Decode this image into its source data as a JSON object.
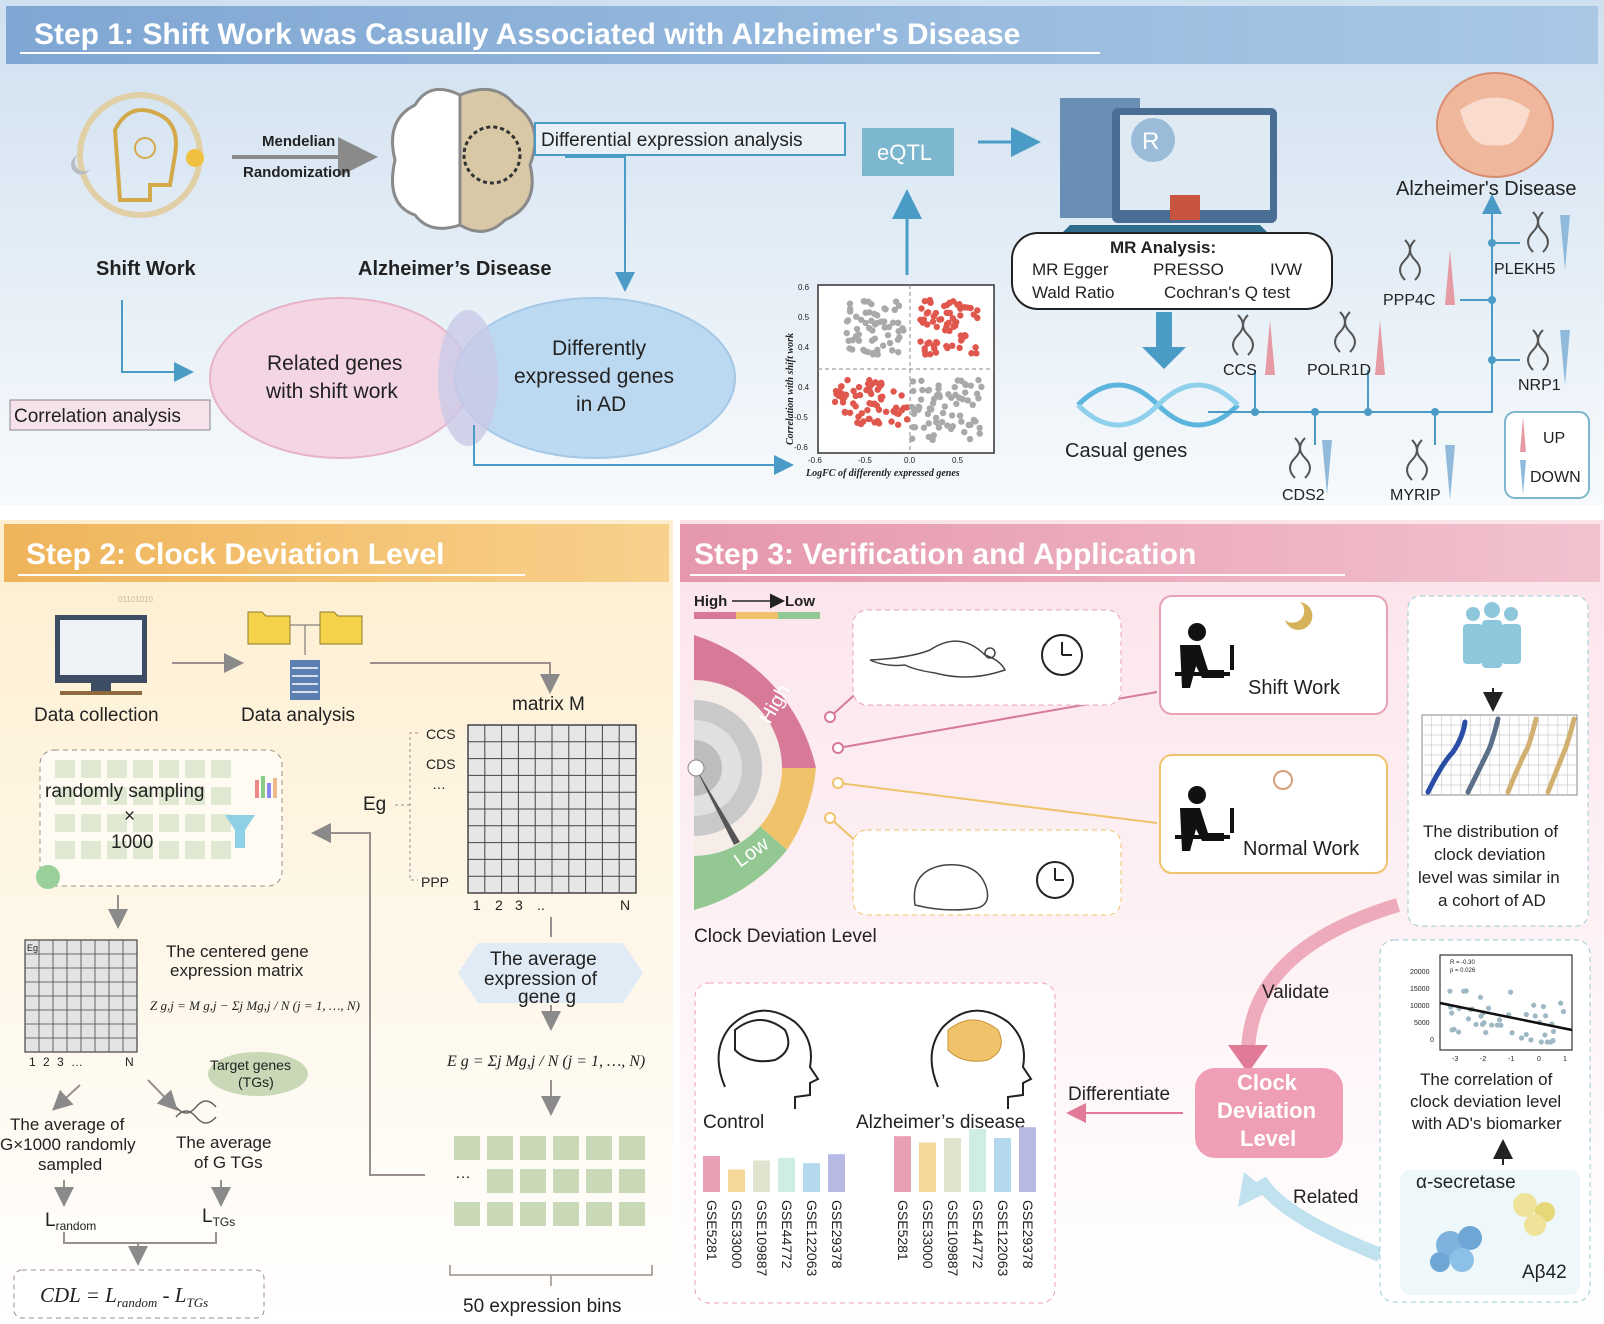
{
  "step1": {
    "title": "Step 1: Shift Work was Casually Associated with Alzheimer's Disease",
    "shift_work_label": "Shift Work",
    "mr_label_line1": "Mendelian",
    "mr_label_line2": "Randomization",
    "ad_label": "Alzheimer’s Disease",
    "dea_label": "Differential expression analysis",
    "eqtl_label": "eQTL",
    "ad_label_right": "Alzheimer's Disease",
    "related_genes_line1": "Related genes",
    "related_genes_line2": "with shift work",
    "deg_line1": "Differently",
    "deg_line2": "expressed genes",
    "deg_line3": "in AD",
    "correlation_analysis": "Correlation analysis",
    "mr_analysis": {
      "title": "MR Analysis:",
      "methods": [
        "MR Egger",
        "PRESSO",
        "IVW",
        "Wald Ratio",
        "Cochran's Q test"
      ]
    },
    "causal_genes_label": "Casual genes",
    "genes": {
      "ccs": "CCS",
      "polr1d": "POLR1D",
      "cds2": "CDS2",
      "myrip": "MYRIP",
      "ppp4c": "PPP4C",
      "plekh5": "PLEKH5",
      "nrp1": "NRP1"
    },
    "legend": {
      "up": "UP",
      "down": "DOWN"
    },
    "scatter": {
      "ylabel": "Correlation with shift work",
      "xlabel": "LogFC of differently expressed genes",
      "yticks": [
        "0.6",
        "0.5",
        "0.4",
        "0.4",
        "-0.5",
        "-0.6"
      ],
      "xticks": [
        "-0.6",
        "-0.5",
        "0.0",
        "0.5"
      ],
      "colors": {
        "highlight": "#e0574d",
        "other": "#a9a9a9"
      }
    }
  },
  "step2": {
    "title": "Step 2: Clock Deviation Level",
    "data_collection": "Data collection",
    "data_analysis": "Data analysis",
    "matrix_label": "matrix M",
    "rows": [
      "CCS",
      "CDS",
      "…",
      "PPP"
    ],
    "cols": [
      "1",
      "2",
      "3",
      "..",
      "N"
    ],
    "eg_label": "Eg",
    "sampling_line1": "randomly sampling",
    "sampling_x": "×",
    "sampling_n": "1000",
    "binary_text": "01101010",
    "centered_title_line1": "The centered gene",
    "centered_title_line2": "expression matrix",
    "centered_formula": "Z g,j = M g,j − Σj Mg,j / N   (j = 1, …, N)",
    "small_matrix_eg": "Eg",
    "small_cols": [
      "1",
      "2",
      "3",
      "…",
      "N"
    ],
    "target_genes_line1": "Target genes",
    "target_genes_line2": "(TGs)",
    "avg_random_line1": "The average of",
    "avg_random_line2": "G×1000 randomly",
    "avg_random_line3": "sampled",
    "avg_tgs_line1": "The average",
    "avg_tgs_line2": "of G TGs",
    "l_random": "L",
    "l_random_sub": "random",
    "l_tgs": "L",
    "l_tgs_sub": "TGs",
    "cdl_formula": "CDL = L",
    "cdl_sub1": "random",
    "cdl_minus": " - L",
    "cdl_sub2": "TGs",
    "avg_expr_line1": "The average",
    "avg_expr_line2": "expression of",
    "avg_expr_line3": "gene g",
    "eg_formula": "E g = Σj Mg,j / N   (j = 1, …, N)",
    "bins_label": "50 expression bins",
    "bins_dots": "…"
  },
  "step3": {
    "title": "Step 3: Verification and Application",
    "high_low_high": "High",
    "high_low_low": "Low",
    "gauge_high": "High",
    "gauge_low": "Low",
    "gauge_label": "Clock Deviation Level",
    "shift_work": "Shift Work",
    "normal_work": "Normal Work",
    "distribution_line1": "The distribution of",
    "distribution_line2": "clock deviation",
    "distribution_line3": "level was similar in",
    "distribution_line4": "a cohort of AD",
    "validate": "Validate",
    "differentiate": "Differentiate",
    "related": "Related",
    "cdl_line1": "Clock",
    "cdl_line2": "Deviation",
    "cdl_line3": "Level",
    "control": "Control",
    "alzheimers": "Alzheimer’s disease",
    "datasets": [
      "GSE5281",
      "GSE33000",
      "GSE109887",
      "GSE44772",
      "GSE122063",
      "GSE29378"
    ],
    "control_bars": [
      0.4,
      0.25,
      0.35,
      0.38,
      0.32,
      0.42
    ],
    "ad_bars": [
      0.62,
      0.55,
      0.6,
      0.7,
      0.6,
      0.72
    ],
    "bar_colors": [
      "#e8a0b4",
      "#f5d79a",
      "#e2e3cf",
      "#cdeee0",
      "#b4d8ee",
      "#b6b9e4"
    ],
    "correlation_line1": "The correlation of",
    "correlation_line2": "clock deviation level",
    "correlation_line3": "with AD's biomarker",
    "corr_r": "R = -0.30",
    "corr_p": "p = 0.026",
    "corr_yticks": [
      "20000",
      "15000",
      "10000",
      "5000",
      "0"
    ],
    "corr_xticks": [
      "-3",
      "-2",
      "-1",
      "0",
      "1"
    ],
    "secretase": "α-secretase",
    "abeta": "Aβ42"
  },
  "colors": {
    "step1_header": "#8fb3da",
    "step2_header": "#f1be6c",
    "step3_header": "#e9a5b8",
    "arrow_blue": "#4a9cc7",
    "pink": "#e07a96"
  }
}
